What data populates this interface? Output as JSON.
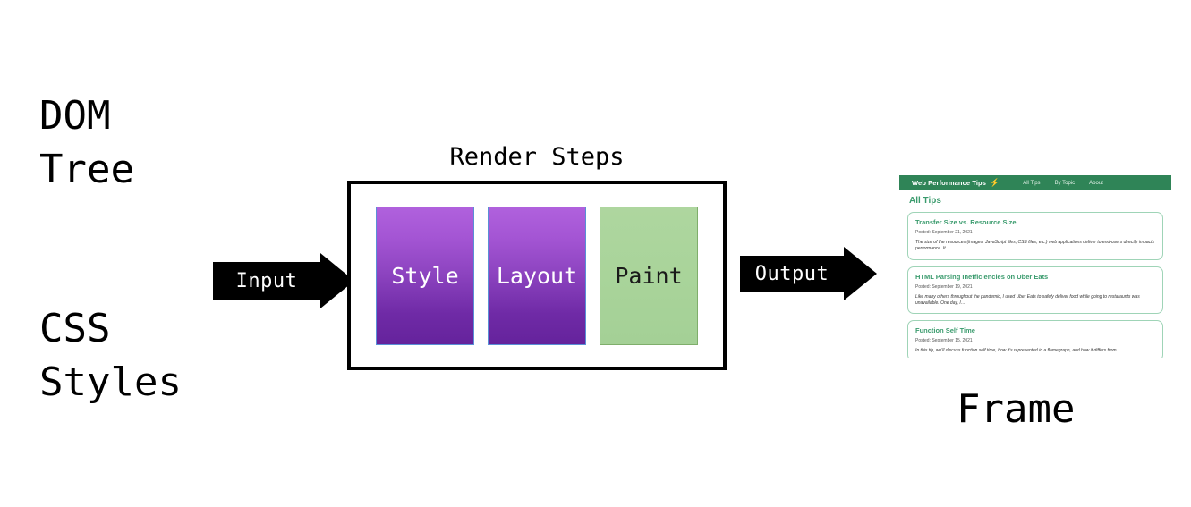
{
  "diagram": {
    "inputs": [
      {
        "line1": "DOM",
        "line2": "Tree"
      },
      {
        "line1": "CSS",
        "line2": "Styles"
      }
    ],
    "arrows": {
      "input_label": "Input",
      "output_label": "Output"
    },
    "render_steps": {
      "title": "Render Steps",
      "steps": [
        {
          "label": "Style",
          "color": "#8d44c0"
        },
        {
          "label": "Layout",
          "color": "#8d44c0"
        },
        {
          "label": "Paint",
          "color": "#a9d49a"
        }
      ]
    },
    "output_label": "Frame"
  },
  "frame": {
    "navbar": {
      "brand": "Web Performance Tips",
      "brand_icon": "lightning-bolt-icon",
      "links": [
        "All Tips",
        "By Topic",
        "About"
      ],
      "background": "#2f8457"
    },
    "page_title": "All Tips",
    "accent_color": "#3a9b6d",
    "cards": [
      {
        "title": "Transfer Size vs. Resource Size",
        "posted": "Posted: September 21, 2021",
        "excerpt": "The size of the resources (images, JavaScript files, CSS files, etc.) web applications deliver to end-users directly impacts performance. It…"
      },
      {
        "title": "HTML Parsing Inefficiencies on Uber Eats",
        "posted": "Posted: September 19, 2021",
        "excerpt": "Like many others throughout the pandemic, I used Uber Eats to safely deliver food while going to restaraunts was unavailable. One day, I…"
      },
      {
        "title": "Function Self Time",
        "posted": "Posted: September 15, 2021",
        "excerpt": "In this tip, we'll discuss function self time, how it's represented in a flamegraph, and how it differs from…"
      }
    ]
  }
}
